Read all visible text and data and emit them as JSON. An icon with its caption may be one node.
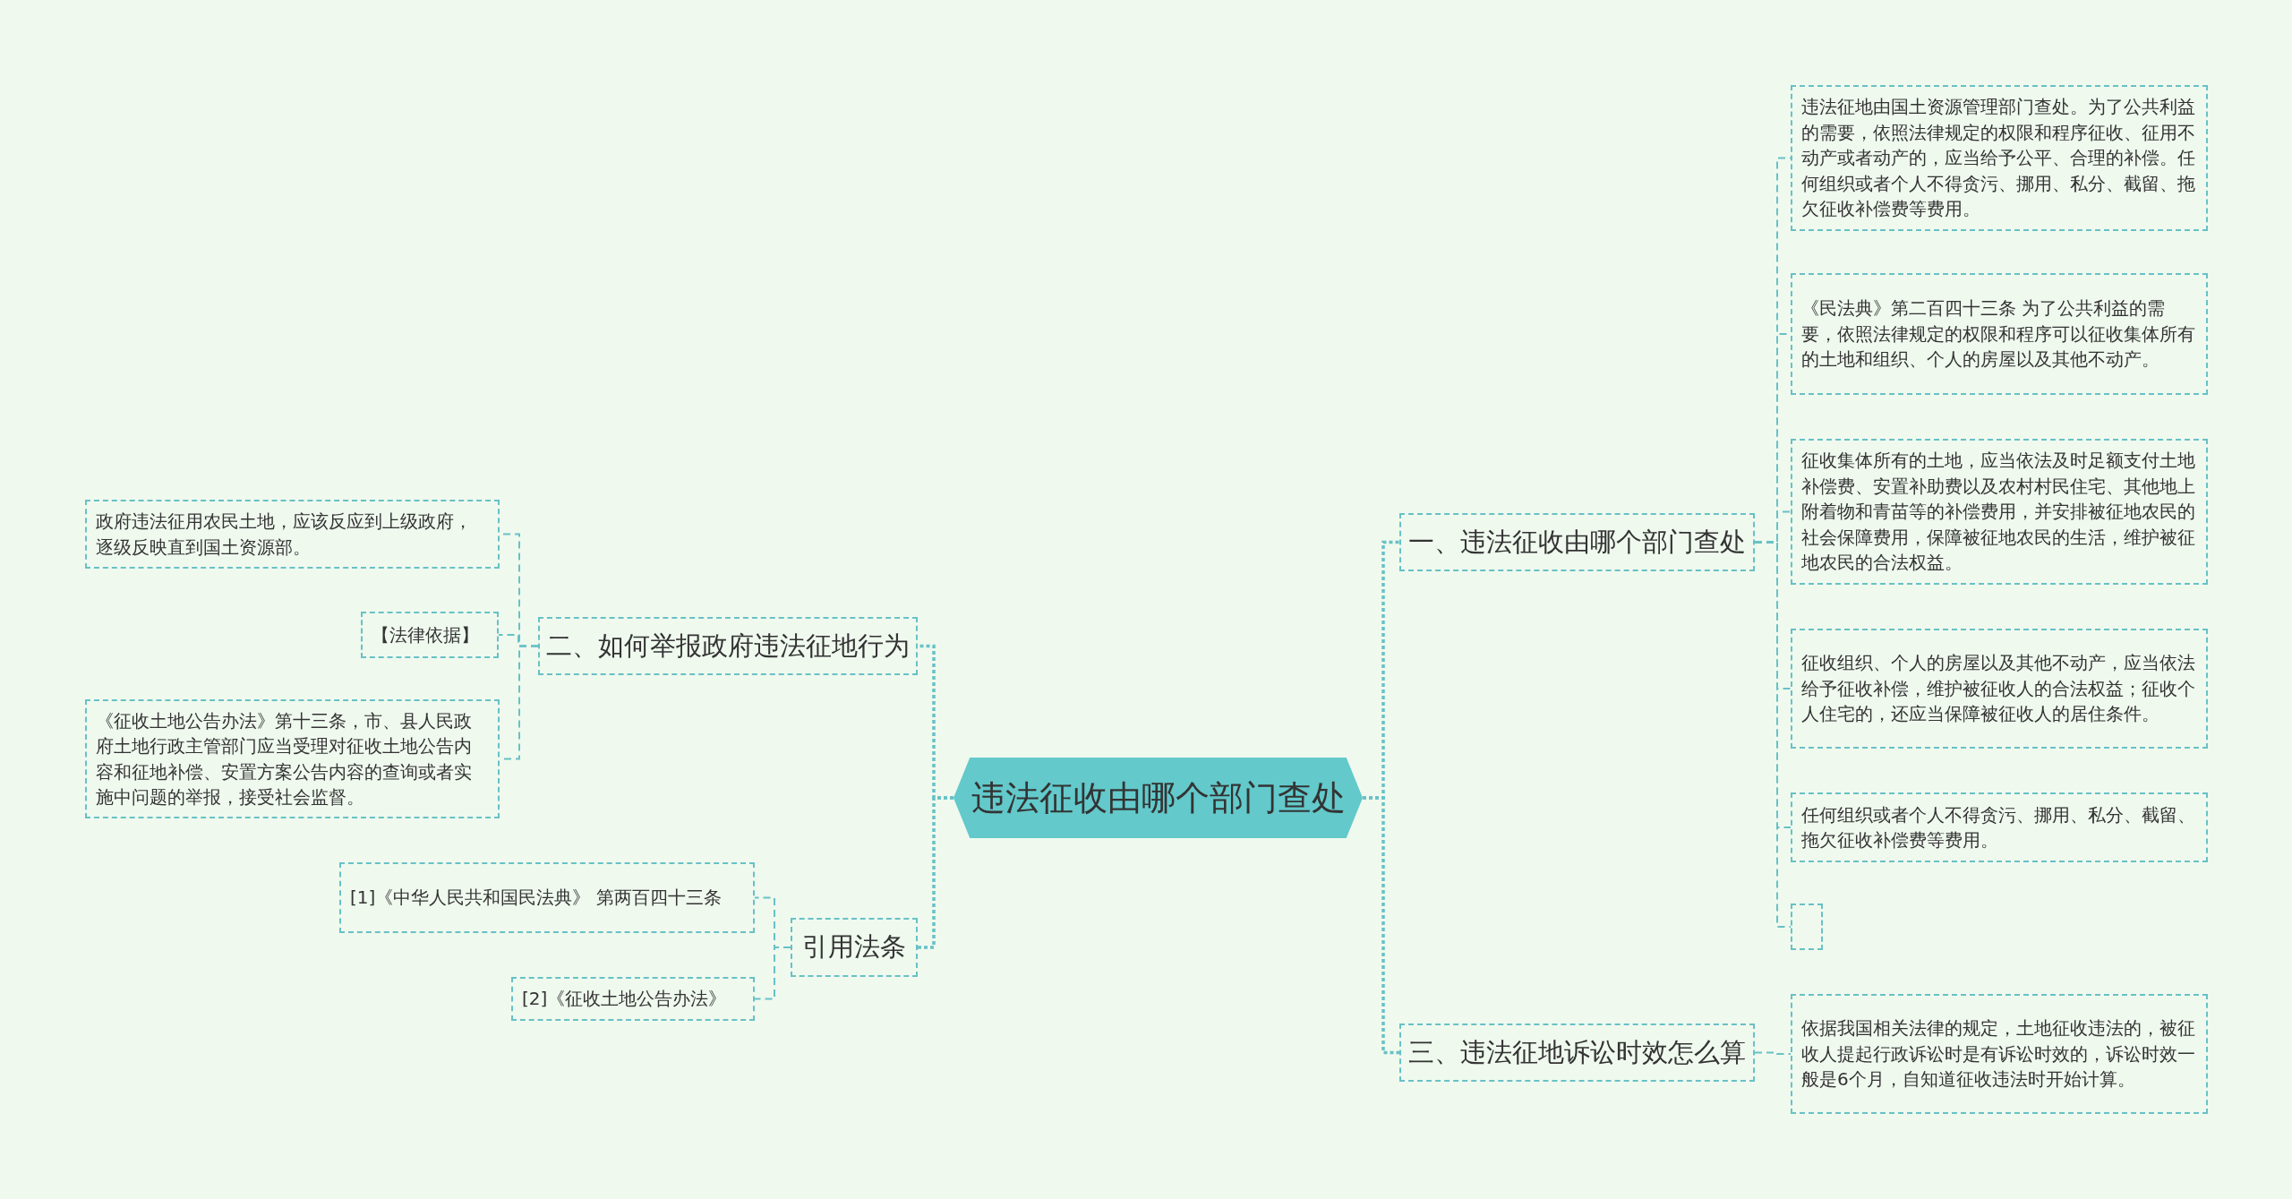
{
  "diagram": {
    "nodes": [
      {
        "text": [
          "违法征收由哪个部门查处"
        ]
      },
      {
        "text": [
          "一、违法征收由哪个部门查处"
        ]
      },
      {
        "text": [
          "违法征地由国土资源管理部门查处。为了公共利益的需要，依照法律规定的权限和程序征收、征用不动产或者动产的，应当给予公平、合理的补偿。任何组织或者个人不得贪污、挪用、私分、截留、拖欠征收补偿费等费用。"
        ]
      },
      {
        "text": [
          "《民法典》第二百四十三条 为了公共利益的需要，依照法律规定的权限和程序可以征收集体所有的土地和组织、个人的房屋以及其他不动产。"
        ]
      },
      {
        "text": [
          "征收集体所有的土地，应当依法及时足额支付土地补偿费、安置补助费以及农村村民住宅、其他地上附着物和青苗等的补偿费用，并安排被征地农民的社会保障费用，保障被征地农民的生活，维护被征地农民的合法权益。"
        ]
      },
      {
        "text": [
          "征收组织、个人的房屋以及其他不动产，应当依法给予征收补偿，维护被征收人的合法权益；征收个人住宅的，还应当保障被征收人的居住条件。"
        ]
      },
      {
        "text": [
          "任何组织或者个人不得贪污、挪用、私分、截留、拖欠征收补偿费等费用。"
        ]
      },
      {
        "text": [],
        "shape": "box"
      },
      {
        "text": [
          "三、违法征地诉讼时效怎么算"
        ]
      },
      {
        "text": [
          "依据我国相关法律的规定，土地征收违法的，被征收人提起行政诉讼时是有诉讼时效的，诉讼时效一般是6个月，自知道征收违法时开始计算。"
        ]
      },
      {
        "text": [
          "二、如何举报政府违法征地行为"
        ]
      },
      {
        "text": [
          "政府违法征用农民土地，应该反应到上级政府，逐级反映直到国土资源部。"
        ]
      },
      {
        "text": [
          "【法律依据】"
        ]
      },
      {
        "text": [
          "《征收土地公告办法》第十三条，市、县人民政府土地行政主管部门应当受理对征收土地公告内容和征地补偿、安置方案公告内容的查询或者实施中问题的举报，接受社会监督。"
        ]
      },
      {
        "text": [
          "引用法条"
        ]
      },
      {
        "text": [
          "[1]《中华人民共和国民法典》 第两百四十三条"
        ]
      },
      {
        "text": [
          "[2]《征收土地公告办法》"
        ]
      }
    ],
    "edges": [
      {
        "from": 0,
        "to": 1,
        "arrow": "none"
      },
      {
        "from": 1,
        "to": 2,
        "arrow": "none"
      },
      {
        "from": 1,
        "to": 3,
        "arrow": "none"
      },
      {
        "from": 1,
        "to": 4,
        "arrow": "none"
      },
      {
        "from": 1,
        "to": 5,
        "arrow": "none"
      },
      {
        "from": 1,
        "to": 6,
        "arrow": "none"
      },
      {
        "from": 1,
        "to": 7,
        "arrow": "none"
      },
      {
        "from": 0,
        "to": 8,
        "arrow": "none"
      },
      {
        "from": 8,
        "to": 9,
        "arrow": "none"
      },
      {
        "from": 0,
        "to": 10,
        "arrow": "none"
      },
      {
        "from": 10,
        "to": 11,
        "arrow": "none"
      },
      {
        "from": 10,
        "to": 12,
        "arrow": "none"
      },
      {
        "from": 10,
        "to": 13,
        "arrow": "none"
      },
      {
        "from": 0,
        "to": 14,
        "arrow": "none"
      },
      {
        "from": 14,
        "to": 15,
        "arrow": "none"
      },
      {
        "from": 14,
        "to": 16,
        "arrow": "none"
      }
    ]
  }
}
